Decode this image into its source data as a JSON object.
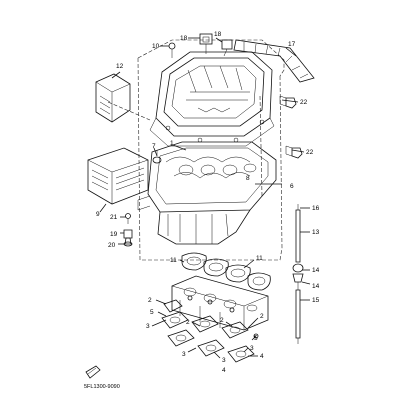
{
  "diagram": {
    "drawing_code": "5FL1300-9090",
    "callouts": [
      {
        "id": "c1",
        "number": "1"
      },
      {
        "id": "c2",
        "number": "2"
      },
      {
        "id": "c3",
        "number": "3"
      },
      {
        "id": "c4",
        "number": "4"
      },
      {
        "id": "c5",
        "number": "5"
      },
      {
        "id": "c6",
        "number": "6"
      },
      {
        "id": "c7",
        "number": "7"
      },
      {
        "id": "c8",
        "number": "8"
      },
      {
        "id": "c9",
        "number": "9"
      },
      {
        "id": "c10",
        "number": "10"
      },
      {
        "id": "c11",
        "number": "11"
      },
      {
        "id": "c12",
        "number": "12"
      },
      {
        "id": "c13",
        "number": "13"
      },
      {
        "id": "c14",
        "number": "14"
      },
      {
        "id": "c15",
        "number": "15"
      },
      {
        "id": "c16",
        "number": "16"
      },
      {
        "id": "c17",
        "number": "17"
      },
      {
        "id": "c18",
        "number": "18"
      },
      {
        "id": "c19",
        "number": "19"
      },
      {
        "id": "c20",
        "number": "20"
      },
      {
        "id": "c21",
        "number": "21"
      },
      {
        "id": "c22",
        "number": "22"
      }
    ],
    "colors": {
      "line": "#111111",
      "paper": "#ffffff",
      "fill": "#e8e8e8"
    }
  }
}
